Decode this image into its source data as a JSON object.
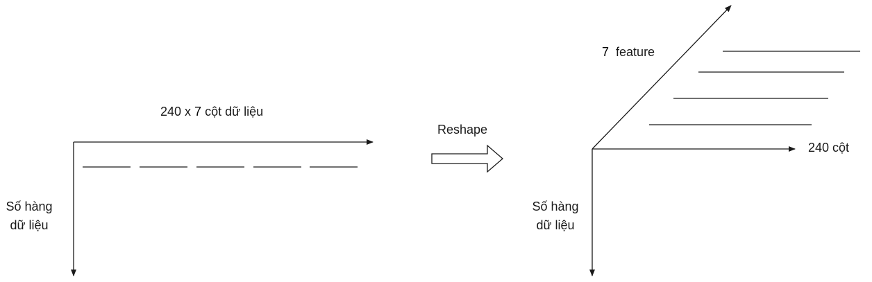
{
  "left_panel": {
    "top_label_prefix": "240 x ",
    "top_label_number": "7",
    "top_label_suffix": " cột dữ liệu",
    "row_label_line1": "Số hàng",
    "row_label_line2": "dữ liệu",
    "segment_count": 5
  },
  "transform": {
    "label": "Reshape"
  },
  "right_panel": {
    "feature_label_number": "7",
    "feature_label_text": "feature",
    "column_label": "240 cột",
    "row_label_line1": "Số hàng",
    "row_label_line2": "dữ liệu",
    "stacked_line_count": 4
  },
  "colors": {
    "stroke": "#1a1a1a",
    "background": "#ffffff"
  }
}
